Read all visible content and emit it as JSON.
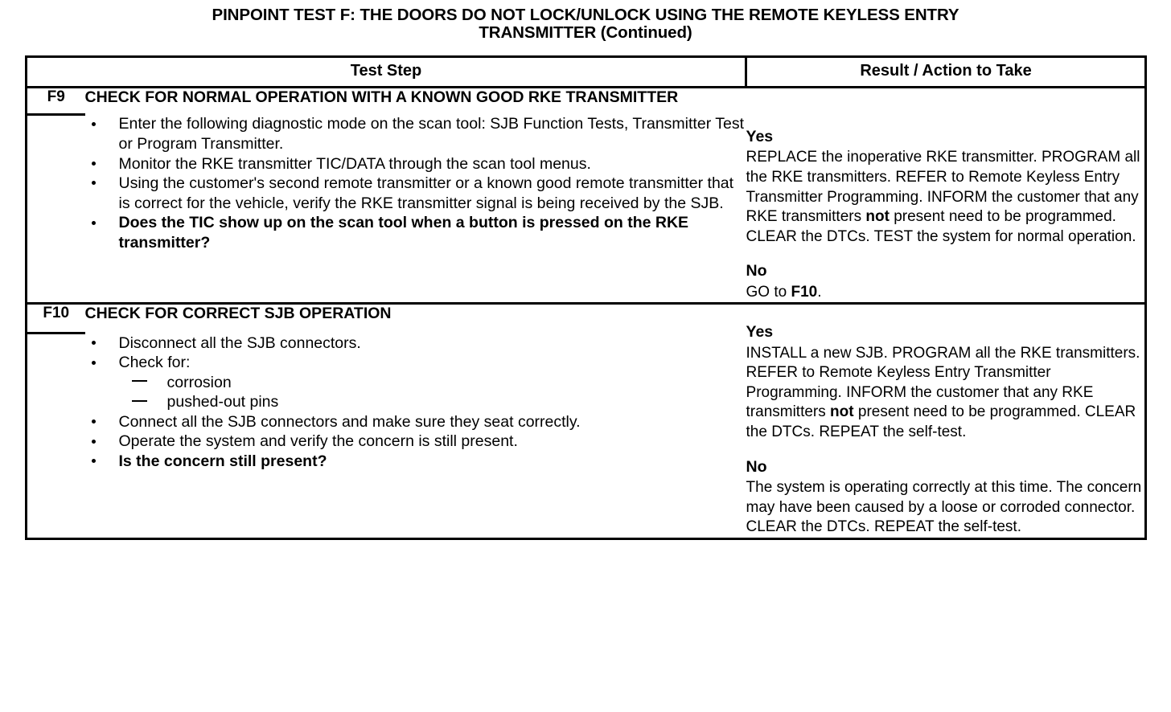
{
  "document": {
    "title_line1": "PINPOINT TEST F: THE DOORS DO NOT LOCK/UNLOCK USING THE REMOTE KEYLESS ENTRY",
    "title_line2": "TRANSMITTER (Continued)"
  },
  "table": {
    "headers": {
      "step_number": "",
      "test_step": "Test Step",
      "result_action": "Result / Action to Take"
    },
    "rows": [
      {
        "step_id": "F9",
        "step_title": "CHECK FOR NORMAL OPERATION WITH A KNOWN GOOD RKE TRANSMITTER",
        "bullets": [
          {
            "text": "Enter the following diagnostic mode on the scan tool: SJB Function Tests, Transmitter Test or Program Transmitter.",
            "bold": false
          },
          {
            "text": "Monitor the RKE transmitter TIC/DATA through the scan tool menus.",
            "bold": false
          },
          {
            "text": "Using the customer's second remote transmitter or a known good remote transmitter that is correct for the vehicle, verify the RKE transmitter signal is being received by the SJB.",
            "bold": false
          },
          {
            "text": "Does the TIC show up on the scan tool when a button is pressed on the RKE transmitter?",
            "bold": true
          }
        ],
        "results": [
          {
            "label": "Yes",
            "text_part1": "REPLACE the inoperative RKE transmitter. PROGRAM all the RKE transmitters. REFER to Remote Keyless Entry Transmitter Programming. INFORM the customer that any RKE transmitters ",
            "emphasis": "not",
            "text_part2": "  present need to be programmed. CLEAR the DTCs. TEST the system for normal operation."
          },
          {
            "label": "No",
            "text_part1": "GO to ",
            "emphasis": "F10",
            "text_part2": "."
          }
        ]
      },
      {
        "step_id": "F10",
        "step_title": "CHECK FOR CORRECT SJB OPERATION",
        "bullets": [
          {
            "text": "Disconnect all the SJB connectors.",
            "bold": false
          },
          {
            "text": "Check for:",
            "bold": false,
            "sub_items": [
              "corrosion",
              "pushed-out pins"
            ]
          },
          {
            "text": "Connect all the SJB connectors and make sure they seat correctly.",
            "bold": false
          },
          {
            "text": "Operate the system and verify the concern is still present.",
            "bold": false
          },
          {
            "text": "Is the concern still present?",
            "bold": true
          }
        ],
        "results": [
          {
            "label": "Yes",
            "text_part1": "INSTALL a new SJB. PROGRAM all the RKE transmitters. REFER to Remote Keyless Entry Transmitter Programming. INFORM the customer that any RKE transmitters ",
            "emphasis": "not",
            "text_part2": " present need to be programmed. CLEAR the DTCs. REPEAT the self-test."
          },
          {
            "label": "No",
            "text_part1": "The system is operating correctly at this time. The concern may have been caused by a loose or corroded connector. CLEAR the DTCs. REPEAT the self-test.",
            "emphasis": "",
            "text_part2": ""
          }
        ]
      }
    ]
  },
  "colors": {
    "text": "#000000",
    "background": "#ffffff",
    "border": "#000000"
  }
}
